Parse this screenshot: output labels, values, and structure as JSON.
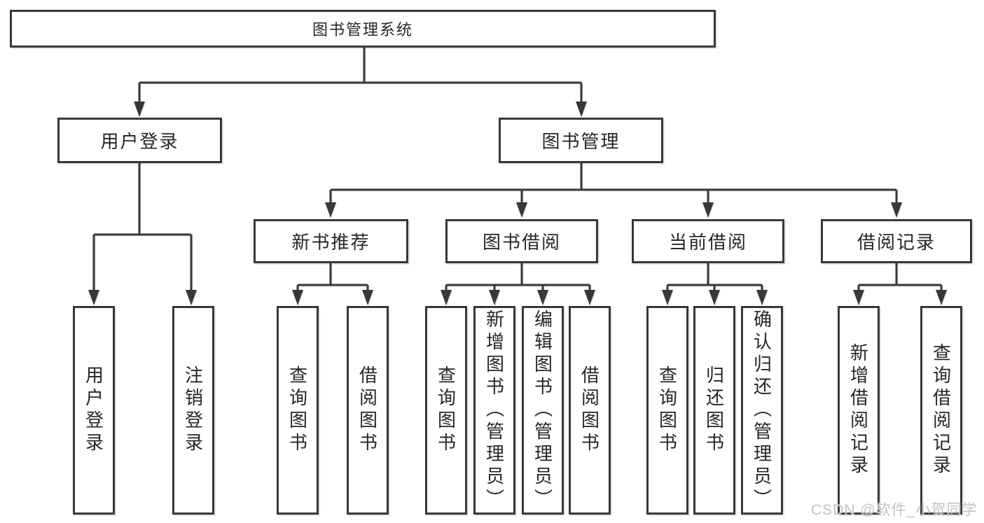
{
  "watermark": "CSDN @软件_小贺同学",
  "colors": {
    "line": "#383838",
    "text": "#262626",
    "watermark": "#c2c2c2",
    "bg": "#ffffff"
  },
  "tree": {
    "label": "图书管理系统",
    "children": [
      {
        "label": "用户登录",
        "children": [
          {
            "label": "用户登录"
          },
          {
            "label": "注销登录"
          }
        ]
      },
      {
        "label": "图书管理",
        "children": [
          {
            "label": "新书推荐",
            "children": [
              {
                "label": "查询图书"
              },
              {
                "label": "借阅图书"
              }
            ]
          },
          {
            "label": "图书借阅",
            "children": [
              {
                "label": "查询图书"
              },
              {
                "label": "新增图书（管理员）"
              },
              {
                "label": "编辑图书（管理员）"
              },
              {
                "label": "借阅图书"
              }
            ]
          },
          {
            "label": "当前借阅",
            "children": [
              {
                "label": "查询图书"
              },
              {
                "label": "归还图书"
              },
              {
                "label": "确认归还（管理员）"
              }
            ]
          },
          {
            "label": "借阅记录",
            "children": [
              {
                "label": "新增借阅记录"
              },
              {
                "label": "查询借阅记录"
              }
            ]
          }
        ]
      }
    ]
  }
}
